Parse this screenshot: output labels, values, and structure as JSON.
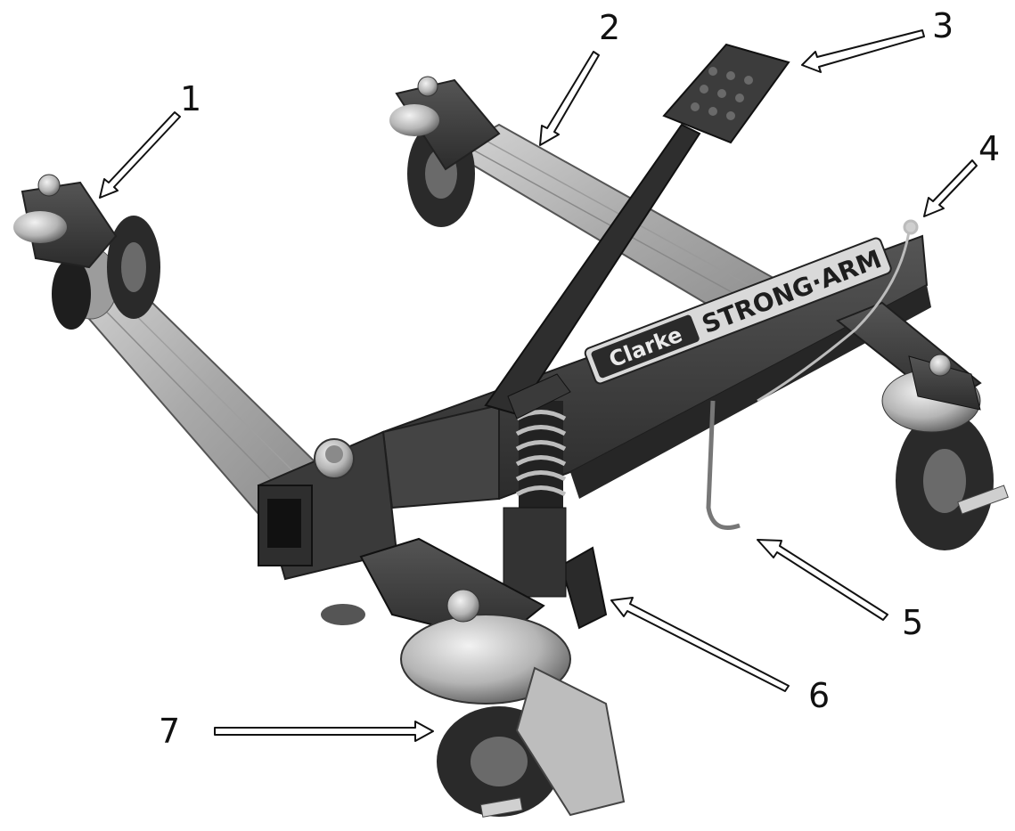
{
  "callouts": [
    {
      "id": 1,
      "label": "1"
    },
    {
      "id": 2,
      "label": "2"
    },
    {
      "id": 3,
      "label": "3"
    },
    {
      "id": 4,
      "label": "4"
    },
    {
      "id": 5,
      "label": "5"
    },
    {
      "id": 6,
      "label": "6"
    },
    {
      "id": 7,
      "label": "7"
    }
  ],
  "logo": {
    "brand": "Clarke",
    "product": "STRONG·ARM"
  },
  "colors": {
    "frame": "#3a3a3a",
    "tube": "#b9b9b9",
    "chrome": "#cfcfcf",
    "wheel": "#2a2a2a",
    "arrow": "#ffffff"
  }
}
